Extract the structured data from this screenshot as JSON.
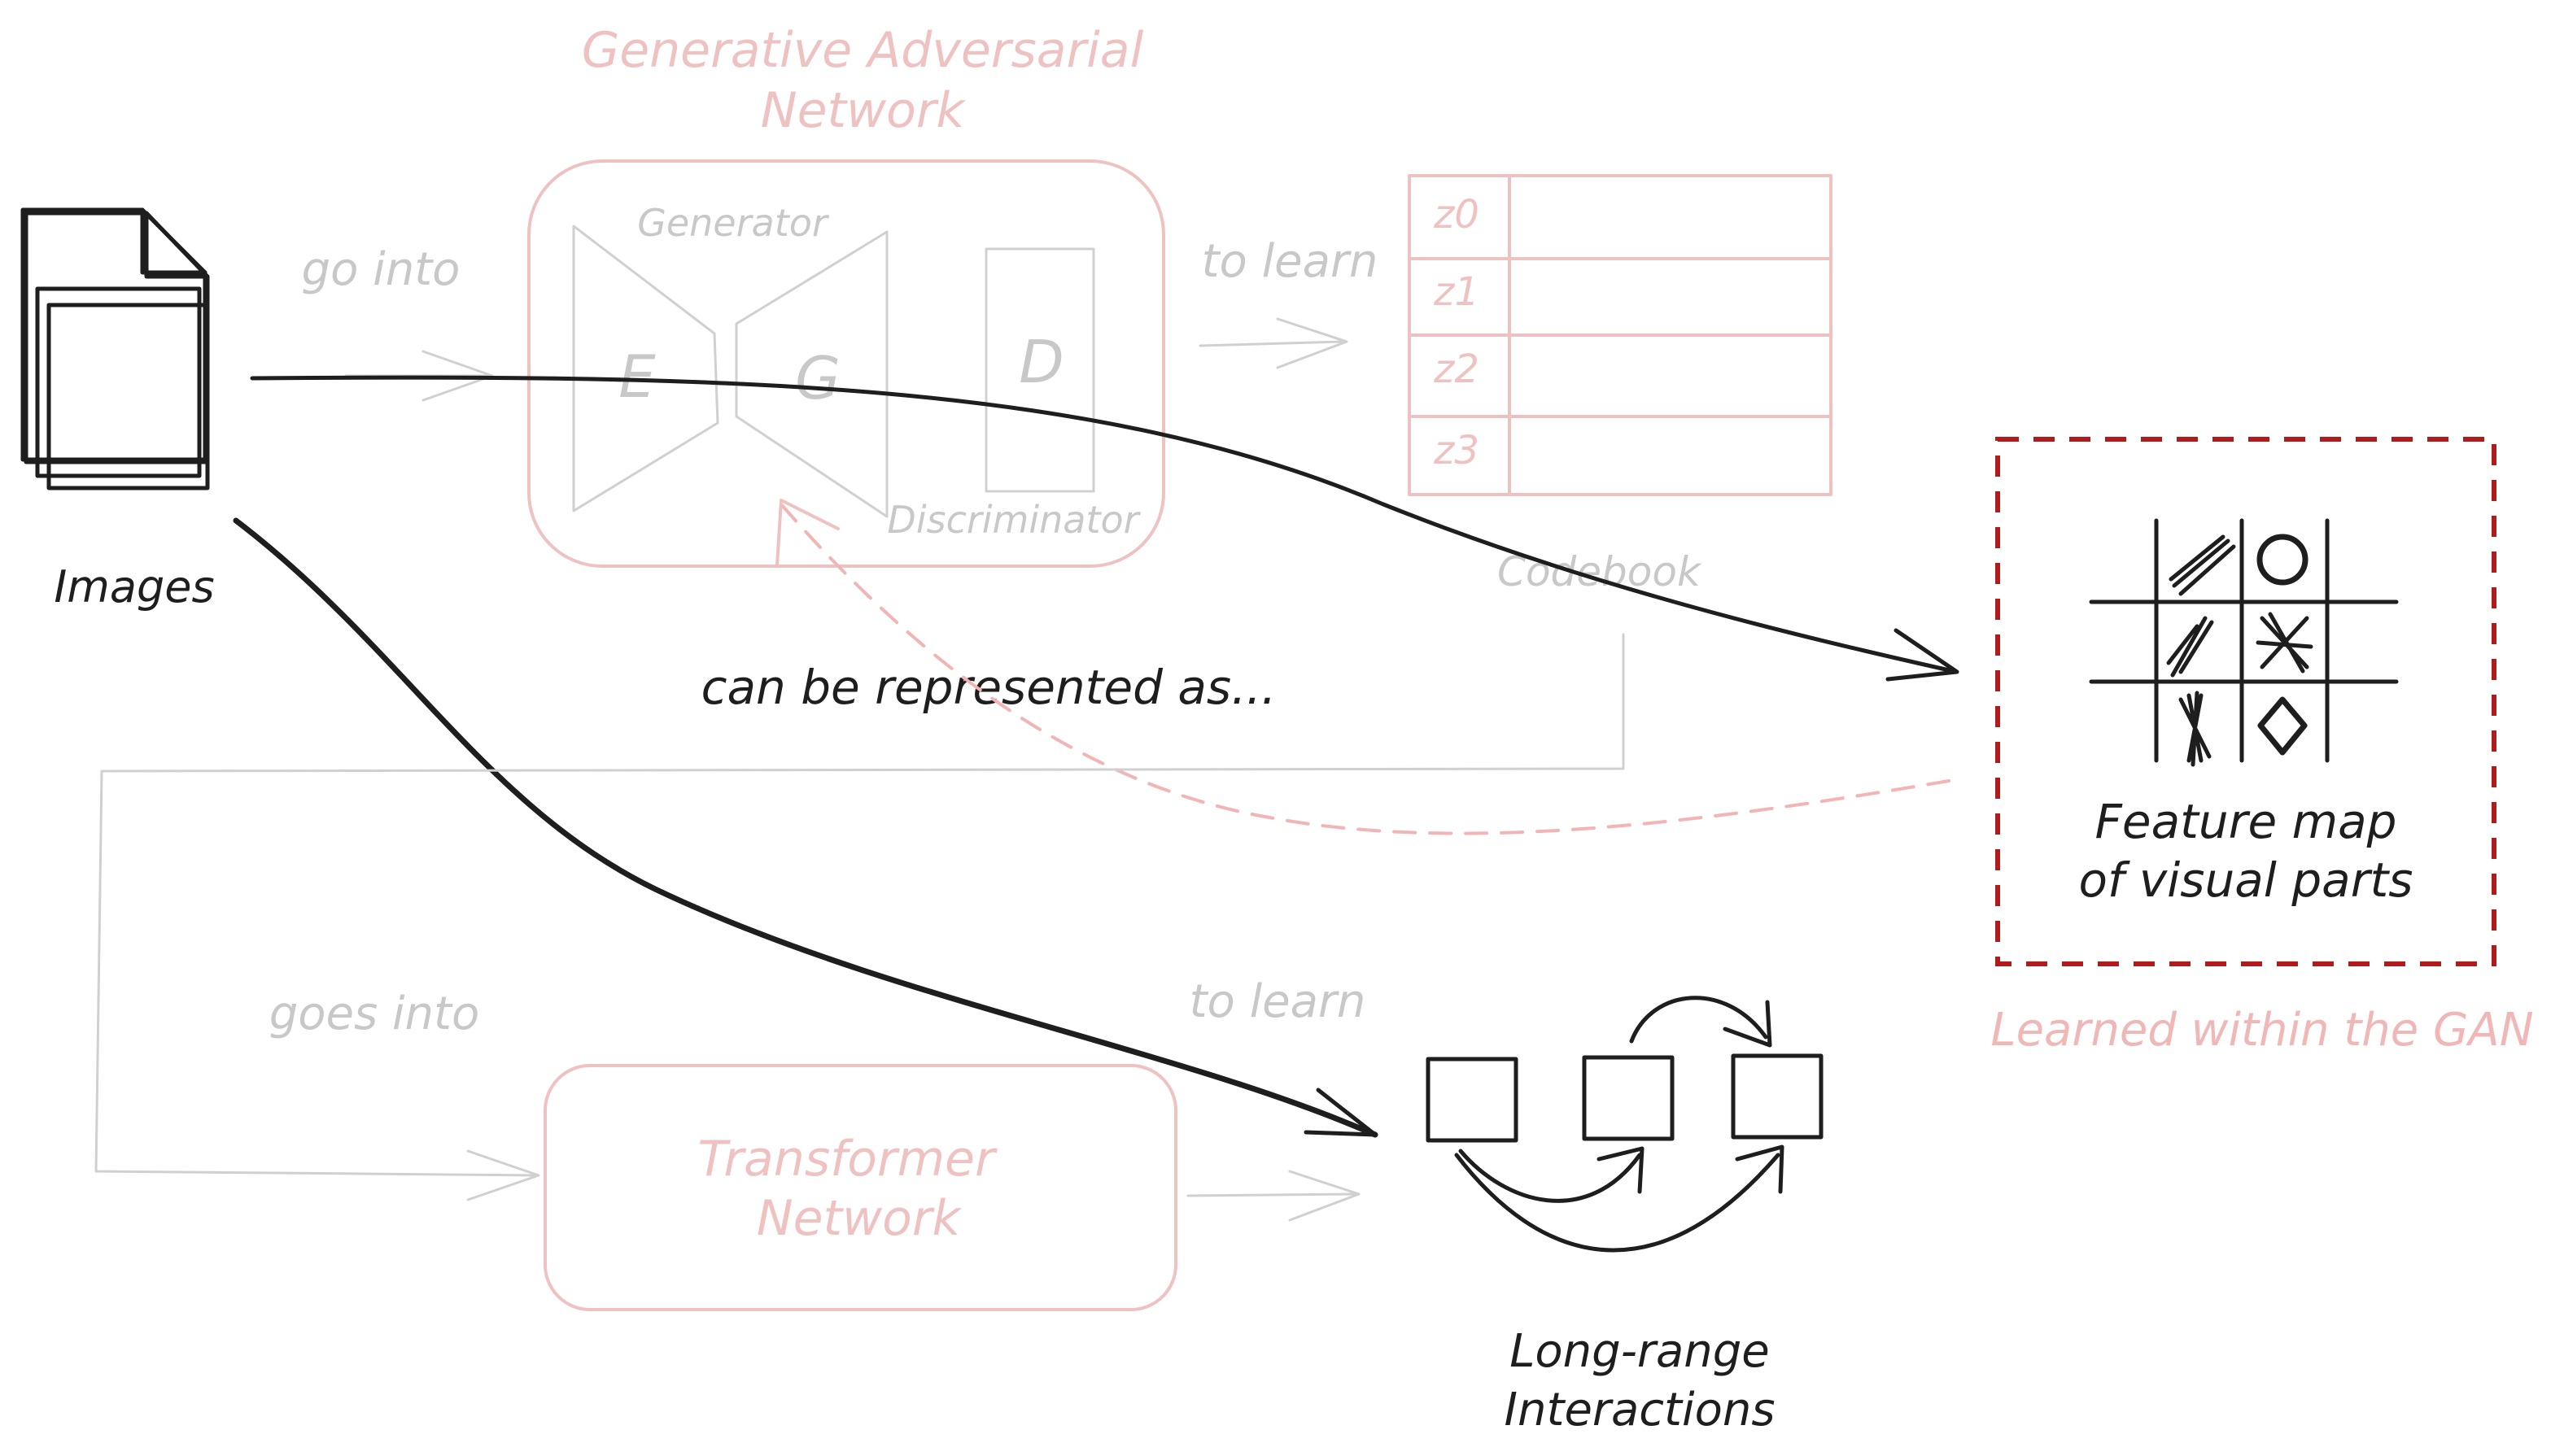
{
  "labels": {
    "gan_title_line1": "Generative Adversarial",
    "gan_title_line2": "Network",
    "generator": "Generator",
    "encoder_letter": "E",
    "generator_letter": "G",
    "discriminator_letter": "D",
    "discriminator": "Discriminator",
    "go_into": "go into",
    "to_learn_top": "to learn",
    "codebook": "Codebook",
    "codebook_rows": [
      "z0",
      "z1",
      "z2",
      "z3"
    ],
    "images": "Images",
    "can_be_represented_as": "can be represented as...",
    "feature_map_line1": "Feature map",
    "feature_map_line2": "of visual parts",
    "learned_within_gan": "Learned within the GAN",
    "goes_into": "goes into",
    "to_learn_bottom": "to learn",
    "transformer_line1": "Transformer",
    "transformer_line2": "Network",
    "long_range_line1": "Long-range",
    "long_range_line2": "Interactions"
  },
  "colors": {
    "dark": "#1e1e1e",
    "faded_pink": "#efc2c2",
    "faded_grey": "#c8c8c8",
    "dashed_red": "#b01c1c"
  }
}
